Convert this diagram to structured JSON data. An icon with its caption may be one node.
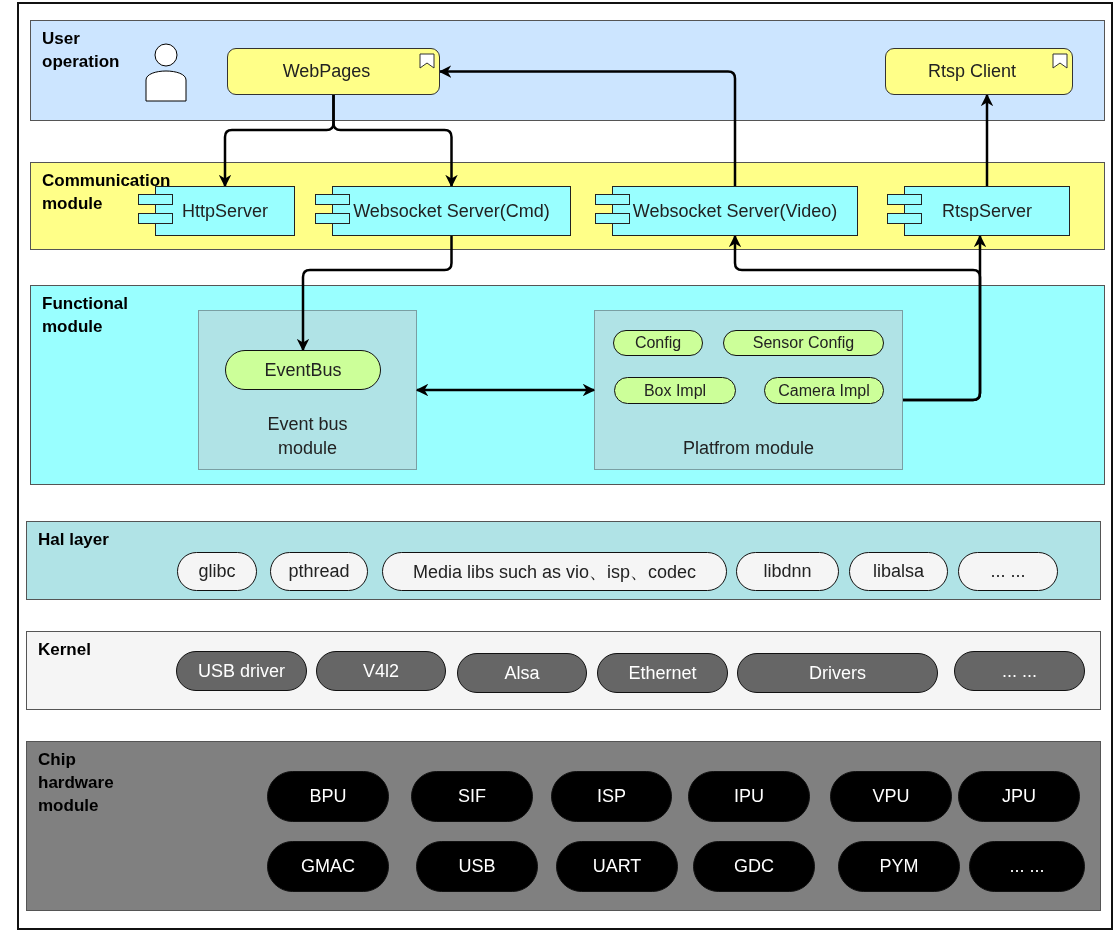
{
  "diagram": {
    "nodes": [
      {
        "text": [
          "User operation"
        ]
      },
      {
        "text": [
          "WebPages"
        ],
        "in": 0
      },
      {
        "text": [
          "Rtsp Client"
        ],
        "in": 0
      },
      {
        "text": [
          "Communication module"
        ]
      },
      {
        "text": [
          "HttpServer"
        ],
        "in": 3
      },
      {
        "text": [
          "Websocket Server(Cmd)"
        ],
        "in": 3
      },
      {
        "text": [
          "Websocket Server(Video)"
        ],
        "in": 3
      },
      {
        "text": [
          "RtspServer"
        ],
        "in": 3
      },
      {
        "text": [
          "Functional module"
        ]
      },
      {
        "text": [
          "Event bus module"
        ],
        "in": 8
      },
      {
        "text": [
          "EventBus"
        ],
        "in": 9
      },
      {
        "text": [
          "Platfrom module"
        ],
        "in": 8
      },
      {
        "text": [
          "Config"
        ],
        "in": 11
      },
      {
        "text": [
          "Sensor Config"
        ],
        "in": 11
      },
      {
        "text": [
          "Box Impl"
        ],
        "in": 11
      },
      {
        "text": [
          "Camera Impl"
        ],
        "in": 11
      },
      {
        "text": [
          "Hal layer"
        ]
      },
      {
        "text": [
          "glibc"
        ],
        "in": 16
      },
      {
        "text": [
          "pthread"
        ],
        "in": 16
      },
      {
        "text": [
          "Media libs such as vio、isp、codec"
        ],
        "in": 16
      },
      {
        "text": [
          "libdnn"
        ],
        "in": 16
      },
      {
        "text": [
          "libalsa"
        ],
        "in": 16
      },
      {
        "text": [
          "... ..."
        ],
        "in": 16
      },
      {
        "text": [
          "Kernel"
        ]
      },
      {
        "text": [
          "USB driver"
        ],
        "in": 23
      },
      {
        "text": [
          "V4l2"
        ],
        "in": 23
      },
      {
        "text": [
          "Alsa"
        ],
        "in": 23
      },
      {
        "text": [
          "Ethernet"
        ],
        "in": 23
      },
      {
        "text": [
          "Drivers"
        ],
        "in": 23
      },
      {
        "text": [
          "... ..."
        ],
        "in": 23
      },
      {
        "text": [
          "Chip hardware module"
        ]
      },
      {
        "text": [
          "BPU"
        ],
        "in": 30
      },
      {
        "text": [
          "SIF"
        ],
        "in": 30
      },
      {
        "text": [
          "ISP"
        ],
        "in": 30
      },
      {
        "text": [
          "IPU"
        ],
        "in": 30
      },
      {
        "text": [
          "VPU"
        ],
        "in": 30
      },
      {
        "text": [
          "JPU"
        ],
        "in": 30
      },
      {
        "text": [
          "GMAC"
        ],
        "in": 30
      },
      {
        "text": [
          "USB"
        ],
        "in": 30
      },
      {
        "text": [
          "UART"
        ],
        "in": 30
      },
      {
        "text": [
          "GDC"
        ],
        "in": 30
      },
      {
        "text": [
          "PYM"
        ],
        "in": 30
      },
      {
        "text": [
          "... ..."
        ],
        "in": 30
      }
    ],
    "edges": [
      {
        "from": 1,
        "to": 4,
        "arrow": "to"
      },
      {
        "from": 1,
        "to": 5,
        "arrow": "to"
      },
      {
        "from": 5,
        "to": 10,
        "arrow": "to"
      },
      {
        "from": 6,
        "to": 1,
        "arrow": "to"
      },
      {
        "from": 7,
        "to": 2,
        "arrow": "to"
      },
      {
        "from": 11,
        "to": 6,
        "arrow": "to"
      },
      {
        "from": 11,
        "to": 7,
        "arrow": "to"
      },
      {
        "from": 9,
        "to": 11,
        "arrow": "both"
      }
    ]
  }
}
